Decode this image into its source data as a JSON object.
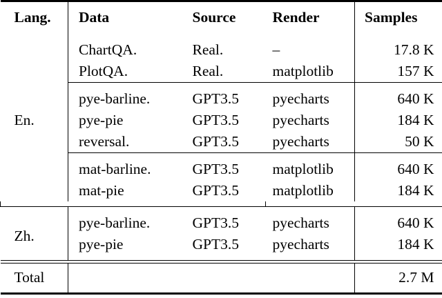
{
  "table": {
    "columns": [
      {
        "key": "lang",
        "label": "Lang.",
        "align": "left"
      },
      {
        "key": "data",
        "label": "Data",
        "align": "left"
      },
      {
        "key": "source",
        "label": "Source",
        "align": "left"
      },
      {
        "key": "render",
        "label": "Render",
        "align": "left"
      },
      {
        "key": "samples",
        "label": "Samples",
        "align": "right"
      }
    ],
    "groups": [
      {
        "lang": "En.",
        "blocks": [
          {
            "rows": [
              {
                "data": "ChartQA.",
                "source": "Real.",
                "render": "–",
                "samples": "17.8 K"
              },
              {
                "data": "PlotQA.",
                "source": "Real.",
                "render": "matplotlib",
                "samples": "157 K"
              }
            ]
          },
          {
            "rows": [
              {
                "data": "pye-barline.",
                "source": "GPT3.5",
                "render": "pyecharts",
                "samples": "640 K"
              },
              {
                "data": "pye-pie",
                "source": "GPT3.5",
                "render": "pyecharts",
                "samples": "184 K"
              },
              {
                "data": "reversal.",
                "source": "GPT3.5",
                "render": "pyecharts",
                "samples": "50 K"
              }
            ]
          },
          {
            "rows": [
              {
                "data": "mat-barline.",
                "source": "GPT3.5",
                "render": "matplotlib",
                "samples": "640 K"
              },
              {
                "data": "mat-pie",
                "source": "GPT3.5",
                "render": "matplotlib",
                "samples": "184 K"
              }
            ]
          }
        ]
      },
      {
        "lang": "Zh.",
        "blocks": [
          {
            "rows": [
              {
                "data": "pye-barline.",
                "source": "GPT3.5",
                "render": "pyecharts",
                "samples": "640 K"
              },
              {
                "data": "pye-pie",
                "source": "GPT3.5",
                "render": "pyecharts",
                "samples": "184 K"
              }
            ]
          }
        ]
      }
    ],
    "total": {
      "label": "Total",
      "data": "",
      "source": "",
      "render": "",
      "samples": "2.7 M"
    }
  }
}
